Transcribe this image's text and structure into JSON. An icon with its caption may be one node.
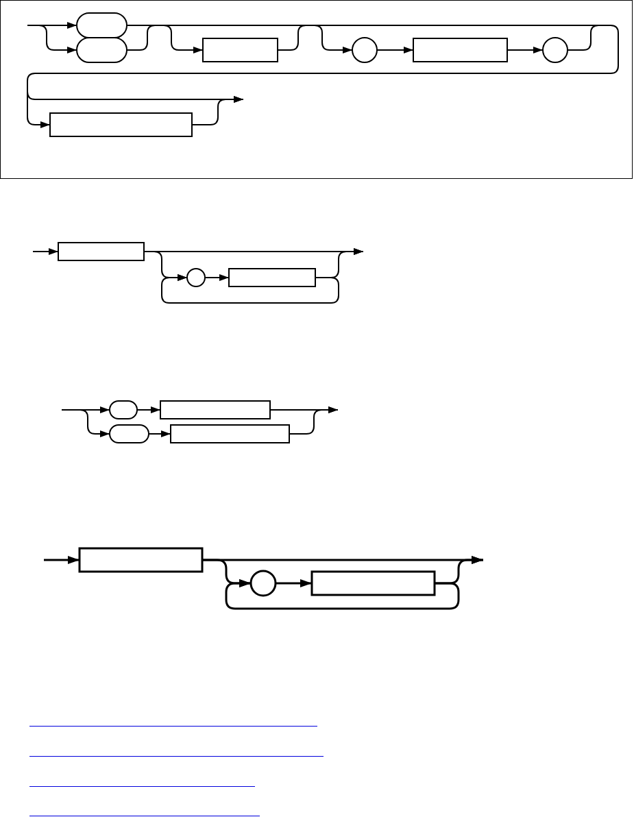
{
  "diagram": {
    "nodes": [
      {
        "text": [],
        "shape": "pill"
      },
      {
        "text": [],
        "shape": "pill"
      },
      {
        "text": [],
        "shape": "box"
      },
      {
        "text": [],
        "shape": "circle"
      },
      {
        "text": [],
        "shape": "box"
      },
      {
        "text": [],
        "shape": "circle"
      },
      {
        "text": [],
        "shape": "box"
      },
      {
        "text": [],
        "shape": "box"
      },
      {
        "text": [],
        "shape": "circle"
      },
      {
        "text": [],
        "shape": "box"
      },
      {
        "text": [],
        "shape": "pill"
      },
      {
        "text": [],
        "shape": "box"
      },
      {
        "text": [],
        "shape": "pill"
      },
      {
        "text": [],
        "shape": "box"
      },
      {
        "text": [],
        "shape": "box"
      },
      {
        "text": [],
        "shape": "circle"
      },
      {
        "text": [],
        "shape": "box"
      }
    ],
    "edges": [
      {
        "from": null,
        "to": 0,
        "arrow": "to"
      },
      {
        "from": null,
        "to": 1,
        "arrow": "to"
      },
      {
        "from": 0,
        "to": 2,
        "arrow": "to"
      },
      {
        "from": 0,
        "to": 3,
        "arrow": "to"
      },
      {
        "from": 0,
        "to": 6,
        "arrow": "to"
      },
      {
        "from": 0,
        "to": null,
        "arrow": "to"
      },
      {
        "from": 1,
        "to": 2,
        "arrow": "to"
      },
      {
        "from": 1,
        "to": 3,
        "arrow": "to"
      },
      {
        "from": 1,
        "to": 6,
        "arrow": "to"
      },
      {
        "from": 1,
        "to": null,
        "arrow": "to"
      },
      {
        "from": 2,
        "to": 3,
        "arrow": "to"
      },
      {
        "from": 2,
        "to": 6,
        "arrow": "to"
      },
      {
        "from": 2,
        "to": null,
        "arrow": "to"
      },
      {
        "from": 3,
        "to": 4,
        "arrow": "to"
      },
      {
        "from": 4,
        "to": 5,
        "arrow": "to"
      },
      {
        "from": 5,
        "to": 6,
        "arrow": "to"
      },
      {
        "from": 5,
        "to": null,
        "arrow": "to"
      },
      {
        "from": 6,
        "to": null,
        "arrow": "to"
      },
      {
        "from": null,
        "to": 7,
        "arrow": "to"
      },
      {
        "from": 7,
        "to": 8,
        "arrow": "to"
      },
      {
        "from": 7,
        "to": null,
        "arrow": "to"
      },
      {
        "from": 8,
        "to": 9,
        "arrow": "to"
      },
      {
        "from": 9,
        "to": 8,
        "arrow": "to"
      },
      {
        "from": 9,
        "to": null,
        "arrow": "to"
      },
      {
        "from": null,
        "to": 10,
        "arrow": "to"
      },
      {
        "from": null,
        "to": 12,
        "arrow": "to"
      },
      {
        "from": 10,
        "to": 11,
        "arrow": "to"
      },
      {
        "from": 12,
        "to": 13,
        "arrow": "to"
      },
      {
        "from": 11,
        "to": null,
        "arrow": "to"
      },
      {
        "from": 13,
        "to": null,
        "arrow": "to"
      },
      {
        "from": null,
        "to": 14,
        "arrow": "to"
      },
      {
        "from": 14,
        "to": 15,
        "arrow": "to"
      },
      {
        "from": 14,
        "to": null,
        "arrow": "to"
      },
      {
        "from": 15,
        "to": 16,
        "arrow": "to"
      },
      {
        "from": 16,
        "to": 15,
        "arrow": "to"
      },
      {
        "from": 16,
        "to": null,
        "arrow": "to"
      }
    ]
  }
}
